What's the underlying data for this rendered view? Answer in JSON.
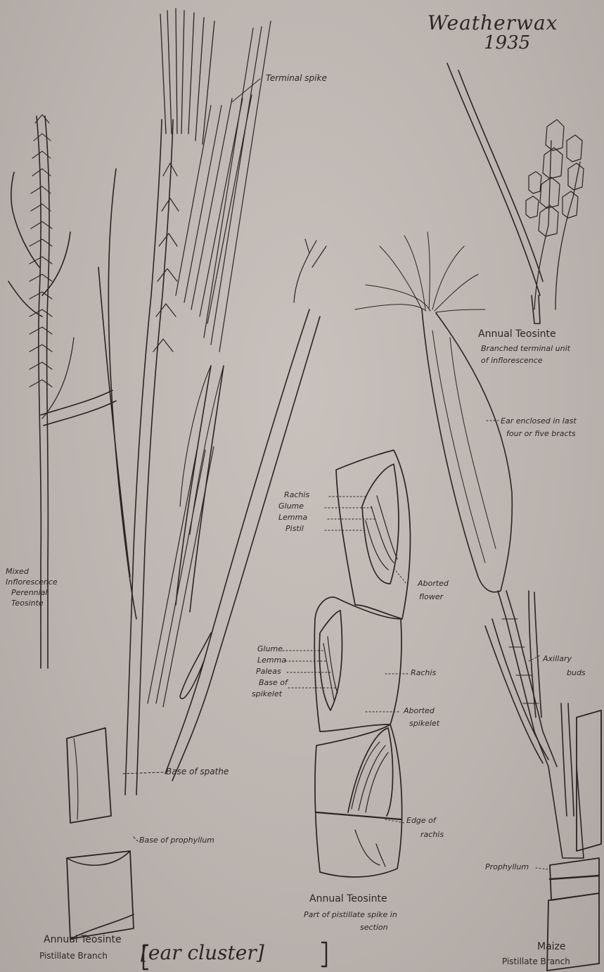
{
  "annotation": {
    "line1": "Weatherwax",
    "line2": "1935"
  },
  "labels": {
    "terminal_spike": "Terminal spike",
    "mixed_inflorescence": [
      "Mixed",
      "Inflorescence",
      "Perennial",
      "Teosinte"
    ],
    "annual_teosinte_top_title": "Annual Teosinte",
    "annual_teosinte_top_caption": [
      "Branched terminal unit",
      "of inflorescence"
    ],
    "ear_enclosed": [
      "Ear enclosed in last",
      "four or five bracts"
    ],
    "section_upper": [
      "Rachis",
      "Glume",
      "Lemma",
      "Pistil"
    ],
    "aborted_flower": [
      "Aborted",
      "flower"
    ],
    "section_lower": [
      "Glume",
      "Lemma",
      "Paleas",
      "Base of",
      "spikelet"
    ],
    "rachis_right": "Rachis",
    "aborted_spikelet": [
      "Aborted",
      "spikelet"
    ],
    "axillary_buds": [
      "Axillary",
      "buds"
    ],
    "base_of_spathe": "Base of spathe",
    "base_of_prophyllum": "Base of prophyllum",
    "edge_of_rachis": [
      "Edge of",
      "rachis"
    ],
    "prophyllum": "Prophyllum",
    "caption_left": [
      "Annual Teosinte",
      "Pistillate Branch"
    ],
    "ear_cluster": "[ear cluster]",
    "caption_center": [
      "Annual Teosinte",
      "Part of pistillate spike in",
      "section"
    ],
    "caption_right": [
      "Maize",
      "Pistillate Branch"
    ]
  },
  "colors": {
    "paper": "#bdb6b1",
    "ink": "#2a2522"
  }
}
